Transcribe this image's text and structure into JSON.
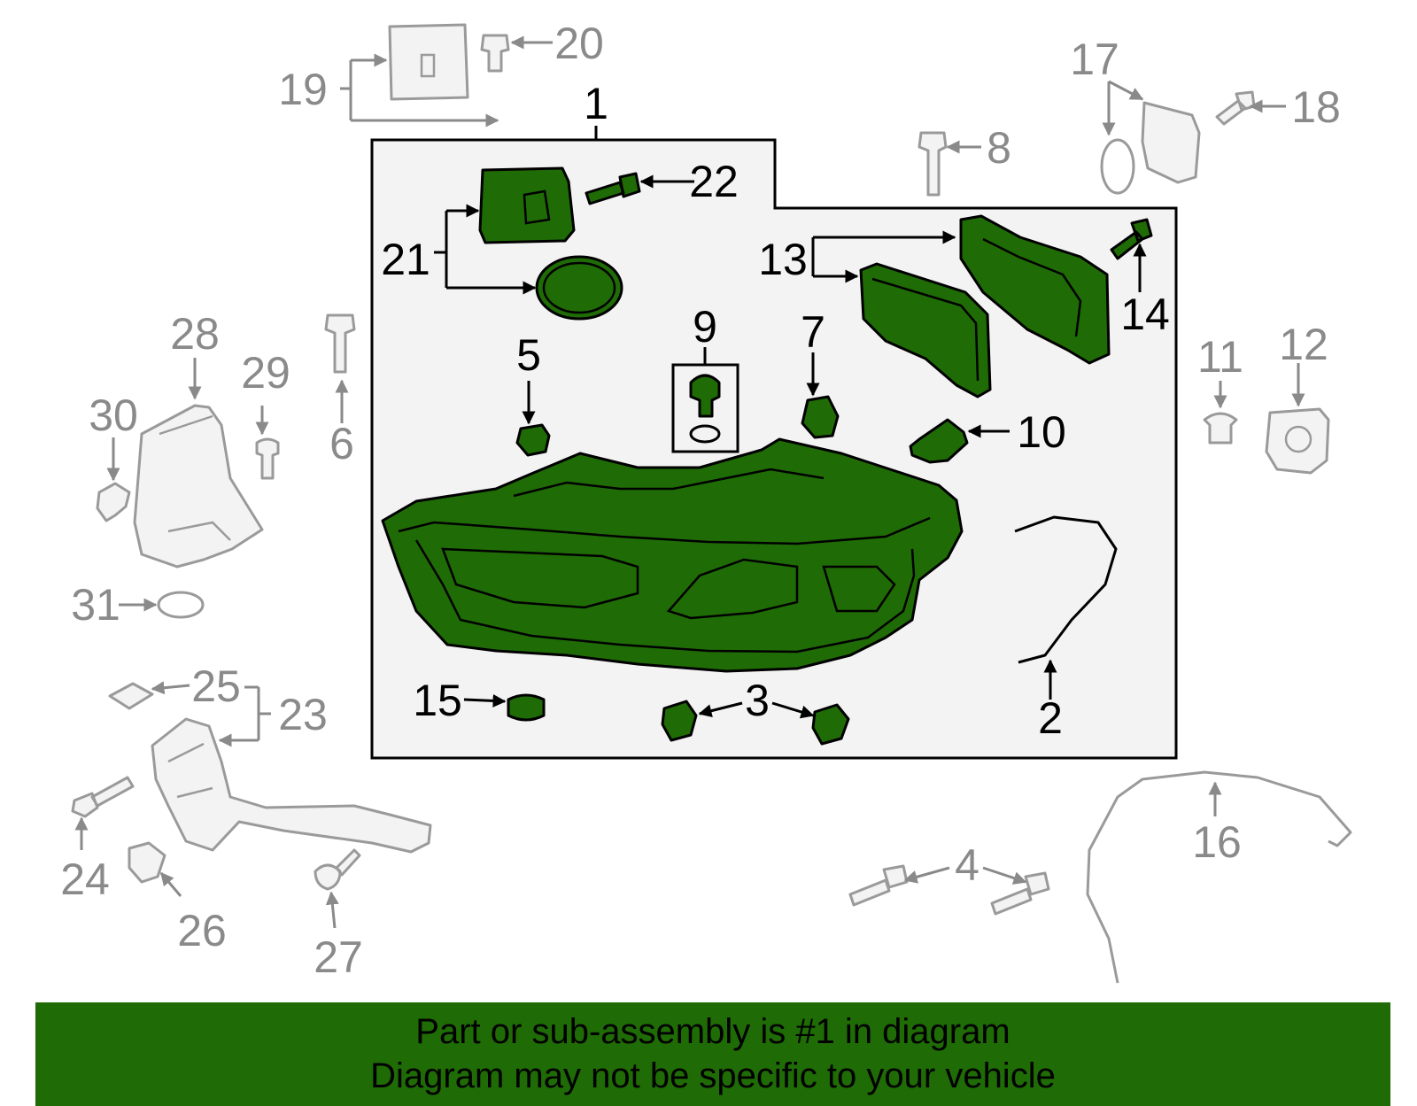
{
  "colors": {
    "highlight_green": "#1f6b06",
    "assembly_outline": "#000000",
    "related_gray": "#8a8a8a",
    "assembly_background": "#f3f3f3"
  },
  "callouts": {
    "c1": "1",
    "c2": "2",
    "c3": "3",
    "c4": "4",
    "c5": "5",
    "c6": "6",
    "c7": "7",
    "c8": "8",
    "c9": "9",
    "c10": "10",
    "c11": "11",
    "c12": "12",
    "c13": "13",
    "c14": "14",
    "c15": "15",
    "c16": "16",
    "c17": "17",
    "c18": "18",
    "c19": "19",
    "c20": "20",
    "c21": "21",
    "c22": "22",
    "c23": "23",
    "c24": "24",
    "c25": "25",
    "c26": "26",
    "c27": "27",
    "c28": "28",
    "c29": "29",
    "c30": "30",
    "c31": "31"
  },
  "banner": {
    "line1": "Part or sub-assembly is #1 in diagram",
    "line2": "Diagram may not be specific to your vehicle"
  }
}
